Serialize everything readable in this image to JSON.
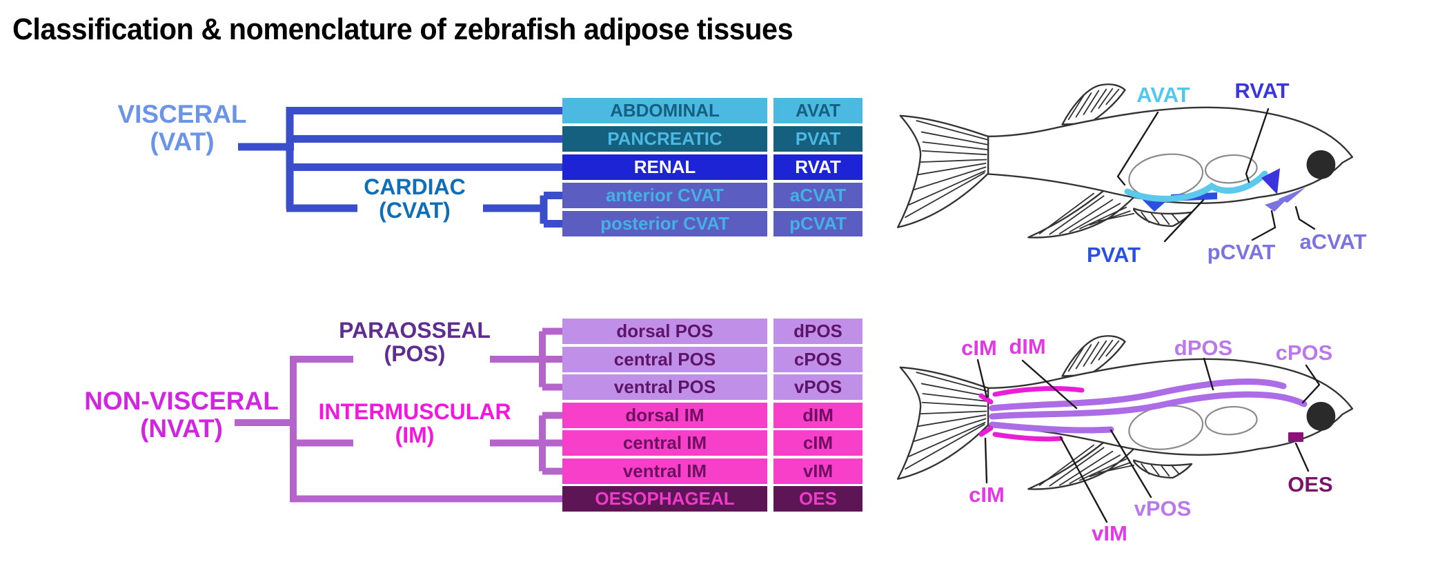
{
  "title": "Classification & nomenclature of zebrafish adipose tissues",
  "visceral": {
    "label_line1": "VISCERAL",
    "label_line2": "(VAT)",
    "cardiac_line1": "CARDIAC",
    "cardiac_line2": "(CVAT)",
    "rows": [
      {
        "name": "ABDOMINAL",
        "abbr": "AVAT"
      },
      {
        "name": "PANCREATIC",
        "abbr": "PVAT"
      },
      {
        "name": "RENAL",
        "abbr": "RVAT"
      },
      {
        "name": "anterior CVAT",
        "abbr": "aCVAT"
      },
      {
        "name": "posterior CVAT",
        "abbr": "pCVAT"
      }
    ]
  },
  "non_visceral": {
    "label_line1": "NON-VISCERAL",
    "label_line2": "(NVAT)",
    "paraosseal_line1": "PARAOSSEAL",
    "paraosseal_line2": "(POS)",
    "intermuscular_line1": "INTERMUSCULAR",
    "intermuscular_line2": "(IM)",
    "rows": [
      {
        "name": "dorsal POS",
        "abbr": "dPOS"
      },
      {
        "name": "central POS",
        "abbr": "cPOS"
      },
      {
        "name": "ventral POS",
        "abbr": "vPOS"
      },
      {
        "name": "dorsal IM",
        "abbr": "dIM"
      },
      {
        "name": "central IM",
        "abbr": "cIM"
      },
      {
        "name": "ventral IM",
        "abbr": "vIM"
      },
      {
        "name": "OESOPHAGEAL",
        "abbr": "OES"
      }
    ]
  },
  "fish_vat_labels": {
    "avat": "AVAT",
    "rvat": "RVAT",
    "pvat": "PVAT",
    "pcvat": "pCVAT",
    "acvat": "aCVAT"
  },
  "fish_nvat_labels": {
    "cim_top": "cIM",
    "dim": "dIM",
    "dpos": "dPOS",
    "cpos": "cPOS",
    "cim_bottom": "cIM",
    "vim": "vIM",
    "vpos": "vPOS",
    "oes": "OES"
  },
  "colors": {
    "vat_label": "#6b94e6",
    "vat_tree": "#3a4ecc",
    "cvat_label": "#0e6eb8",
    "row_sky_bg": "#4cb9e2",
    "row_sky_text": "#16607f",
    "row_teal_bg": "#16607f",
    "row_teal_text": "#4cb9e2",
    "row_blue_bg": "#1c24d6",
    "row_blue_text": "#ffffff",
    "row_slate_bg": "#5b5dc0",
    "row_slate_text": "#45b0e2",
    "nvat_label": "#d026df",
    "nvat_tree": "#b564cb",
    "pos_label": "#5d2d90",
    "im_label": "#f416dd",
    "row_lilac_bg": "#c08fe8",
    "row_lilac_text": "#5e1468",
    "row_pink_bg": "#f73fc9",
    "row_pink_text": "#6e1060",
    "row_plum_bg": "#5e1556",
    "row_plum_text": "#ef3bc9",
    "fish_outline": "#333333",
    "bladder_outline": "#8a8a8a",
    "eye_fill": "#2a2a2a",
    "avat_fill": "#5bc8ec",
    "pvat_fill": "#2b50e0",
    "rvat_fill": "#3a35dd",
    "cvat_fill": "#7b74e0",
    "pos_stripe": "#ab6ce6",
    "im_stripe": "#e91fd8",
    "oes_fill": "#8c1277",
    "label_avat": "#52c7ec",
    "label_rvat": "#3a35dd",
    "label_pvat": "#2b50e0",
    "label_cvat": "#7b74e0",
    "label_pos": "#bb78e8",
    "label_im": "#e437e6",
    "label_oes": "#7a1468",
    "callout": "#1a1a1a"
  }
}
